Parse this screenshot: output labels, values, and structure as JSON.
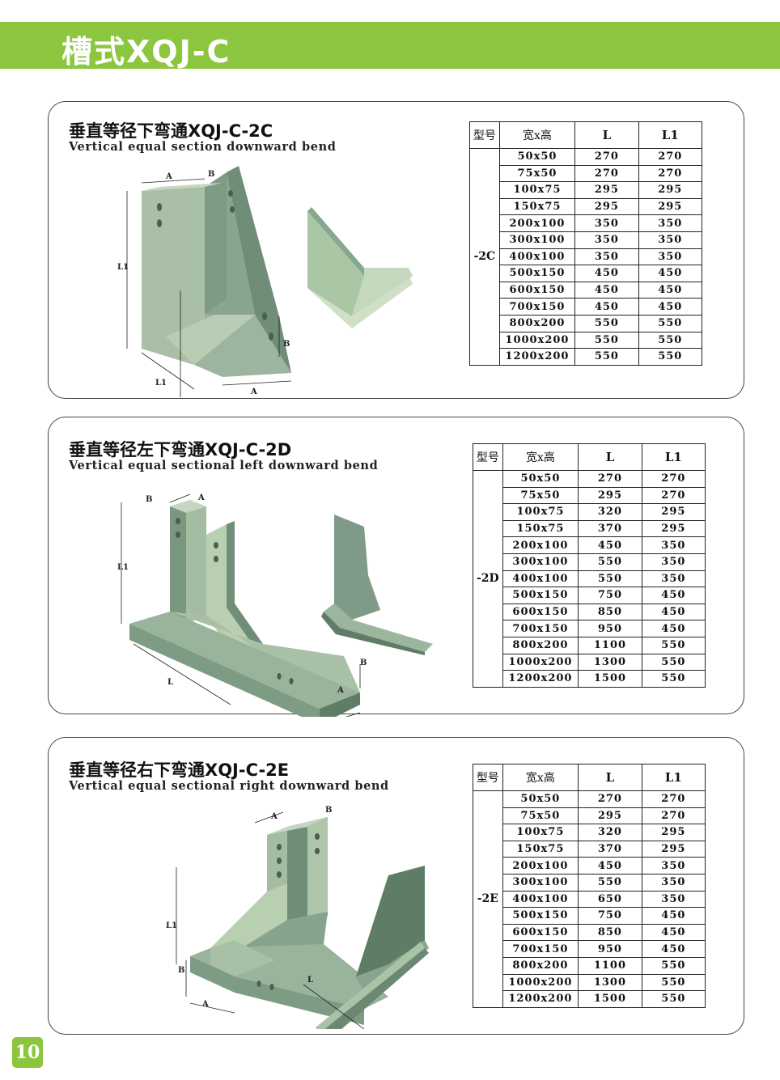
{
  "header": {
    "title": "槽式XQJ-C"
  },
  "page_number": "10",
  "sections": [
    {
      "title": "垂直等径下弯通XQJ-C-2C",
      "subtitle": "Vertical equal section downward bend",
      "headers": [
        "型号",
        "宽x高",
        "L",
        "L1"
      ],
      "type_code": "-2C",
      "rows": [
        [
          "50x50",
          "270",
          "270"
        ],
        [
          "75x50",
          "270",
          "270"
        ],
        [
          "100x75",
          "295",
          "295"
        ],
        [
          "150x75",
          "295",
          "295"
        ],
        [
          "200x100",
          "350",
          "350"
        ],
        [
          "300x100",
          "350",
          "350"
        ],
        [
          "400x100",
          "350",
          "350"
        ],
        [
          "500x150",
          "450",
          "450"
        ],
        [
          "600x150",
          "450",
          "450"
        ],
        [
          "700x150",
          "450",
          "450"
        ],
        [
          "800x200",
          "550",
          "550"
        ],
        [
          "1000x200",
          "550",
          "550"
        ],
        [
          "1200x200",
          "550",
          "550"
        ]
      ],
      "dims": [
        "A",
        "B",
        "L1",
        "B",
        "L1",
        "A"
      ]
    },
    {
      "title": "垂直等径左下弯通XQJ-C-2D",
      "subtitle": "Vertical equal sectional left downward bend",
      "headers": [
        "型号",
        "宽x高",
        "L",
        "L1"
      ],
      "type_code": "-2D",
      "rows": [
        [
          "50x50",
          "270",
          "270"
        ],
        [
          "75x50",
          "295",
          "270"
        ],
        [
          "100x75",
          "320",
          "295"
        ],
        [
          "150x75",
          "370",
          "295"
        ],
        [
          "200x100",
          "450",
          "350"
        ],
        [
          "300x100",
          "550",
          "350"
        ],
        [
          "400x100",
          "550",
          "350"
        ],
        [
          "500x150",
          "750",
          "450"
        ],
        [
          "600x150",
          "850",
          "450"
        ],
        [
          "700x150",
          "950",
          "450"
        ],
        [
          "800x200",
          "1100",
          "550"
        ],
        [
          "1000x200",
          "1300",
          "550"
        ],
        [
          "1200x200",
          "1500",
          "550"
        ]
      ],
      "dims": [
        "B",
        "A",
        "L1",
        "L",
        "B",
        "A"
      ]
    },
    {
      "title": "垂直等径右下弯通XQJ-C-2E",
      "subtitle": "Vertical equal sectional right downward bend",
      "headers": [
        "型号",
        "宽x高",
        "L",
        "L1"
      ],
      "type_code": "-2E",
      "rows": [
        [
          "50x50",
          "270",
          "270"
        ],
        [
          "75x50",
          "295",
          "270"
        ],
        [
          "100x75",
          "320",
          "295"
        ],
        [
          "150x75",
          "370",
          "295"
        ],
        [
          "200x100",
          "450",
          "350"
        ],
        [
          "300x100",
          "550",
          "350"
        ],
        [
          "400x100",
          "650",
          "350"
        ],
        [
          "500x150",
          "750",
          "450"
        ],
        [
          "600x150",
          "850",
          "450"
        ],
        [
          "700x150",
          "950",
          "450"
        ],
        [
          "800x200",
          "1100",
          "550"
        ],
        [
          "1000x200",
          "1300",
          "550"
        ],
        [
          "1200x200",
          "1500",
          "550"
        ]
      ],
      "dims": [
        "A",
        "B",
        "L1",
        "B",
        "L",
        "A"
      ]
    }
  ],
  "colors": {
    "brand_green": "#8cc63f",
    "tray_light": "#b5c9b0",
    "tray_mid": "#98b19a",
    "tray_dark": "#6d8b75"
  }
}
